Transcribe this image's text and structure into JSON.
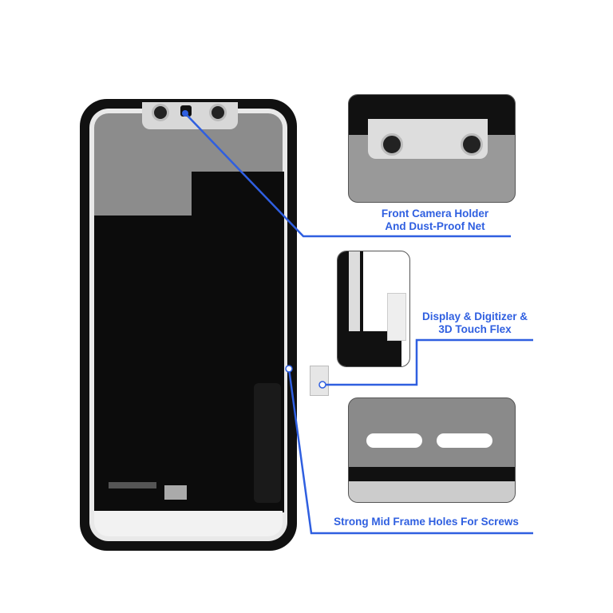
{
  "callouts": {
    "camera": "Front Camera Holder",
    "camera_line2": "And Dust-Proof Net",
    "flex": "Display & Digitizer &",
    "flex_line2": "3D Touch Flex",
    "frame": "Strong Mid Frame Holes For Screws"
  },
  "colors": {
    "accent": "#2f5fe0"
  }
}
